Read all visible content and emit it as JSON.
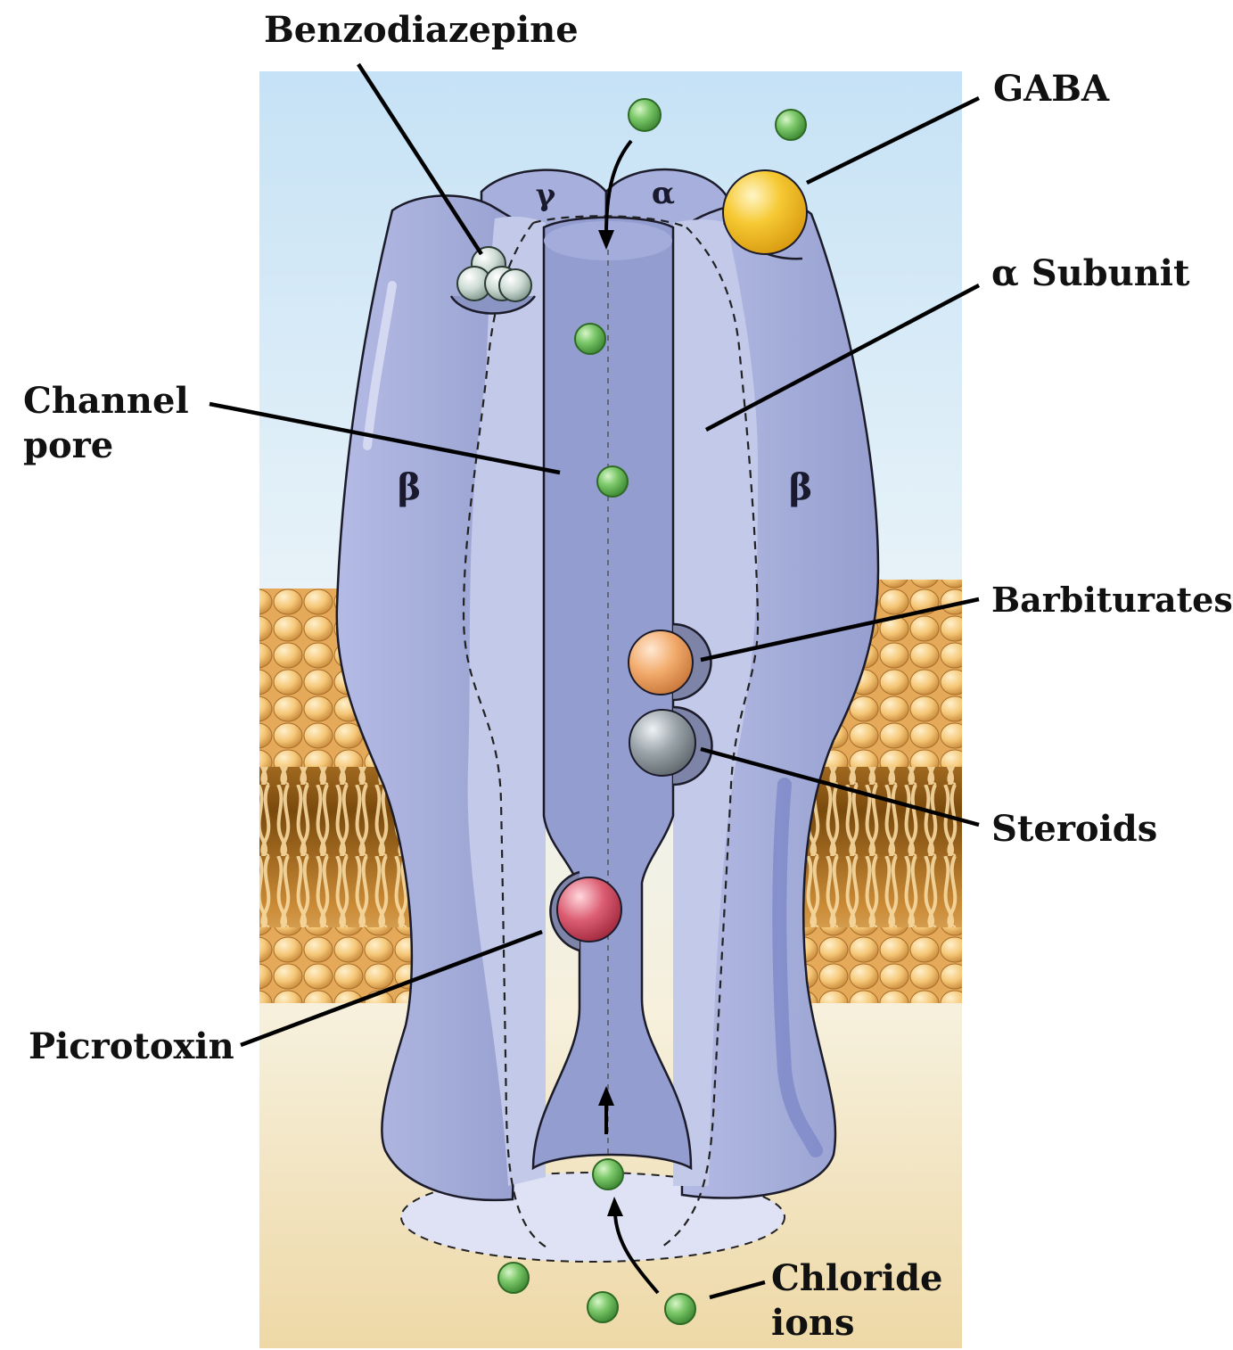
{
  "labels": {
    "benzodiazepine": "Benzodiazepine",
    "gaba": "GABA",
    "alpha_subunit": "α Subunit",
    "channel_pore_line1": "Channel",
    "channel_pore_line2": "pore",
    "barbiturates": "Barbiturates",
    "steroids": "Steroids",
    "picrotoxin": "Picrotoxin",
    "chloride_line1": "Chloride",
    "chloride_line2": "ions"
  },
  "subunits": {
    "gamma": "γ",
    "alpha": "α",
    "beta_left": "β",
    "beta_right": "β"
  },
  "colors": {
    "receptor": "#aab2de",
    "receptor_dark": "#8f98cf",
    "pore": "#939ccf",
    "inner_face": "#c2c8e8",
    "chloride": "#6fbf5f",
    "gaba": "#f2c12e",
    "barbiturate": "#f0a866",
    "steroid": "#8c969c",
    "picrotoxin": "#d9566a",
    "benzodiazepine": "#c9d6d0",
    "lipid_head": "#f3c57a",
    "lipid_tail": "#8a5510",
    "sky": "#cfe6f6",
    "cytoplasm": "#eedcae"
  }
}
